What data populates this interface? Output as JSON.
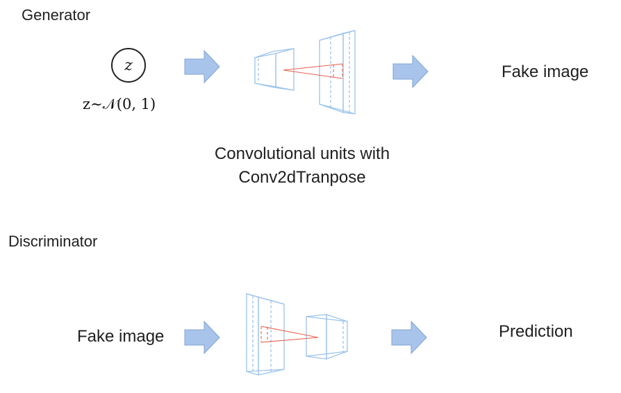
{
  "generator": {
    "title": "Generator",
    "latent_symbol": "z",
    "latent_distribution": "z∼𝒩(0, 1)",
    "output_label": "Fake image",
    "caption_line1": "Convolutional units with",
    "caption_line2": "Conv2dTranpose"
  },
  "discriminator": {
    "title": "Discriminator",
    "input_label": "Fake image",
    "output_label": "Prediction"
  },
  "colors": {
    "arrow_fill": "#a9c4ea",
    "arrow_stroke": "#7ea3d6",
    "layer_stroke": "#9cc3ea",
    "kernel_stroke": "#e8604c"
  },
  "icons": [
    "right-arrow-icon",
    "conv-layer-icon"
  ]
}
